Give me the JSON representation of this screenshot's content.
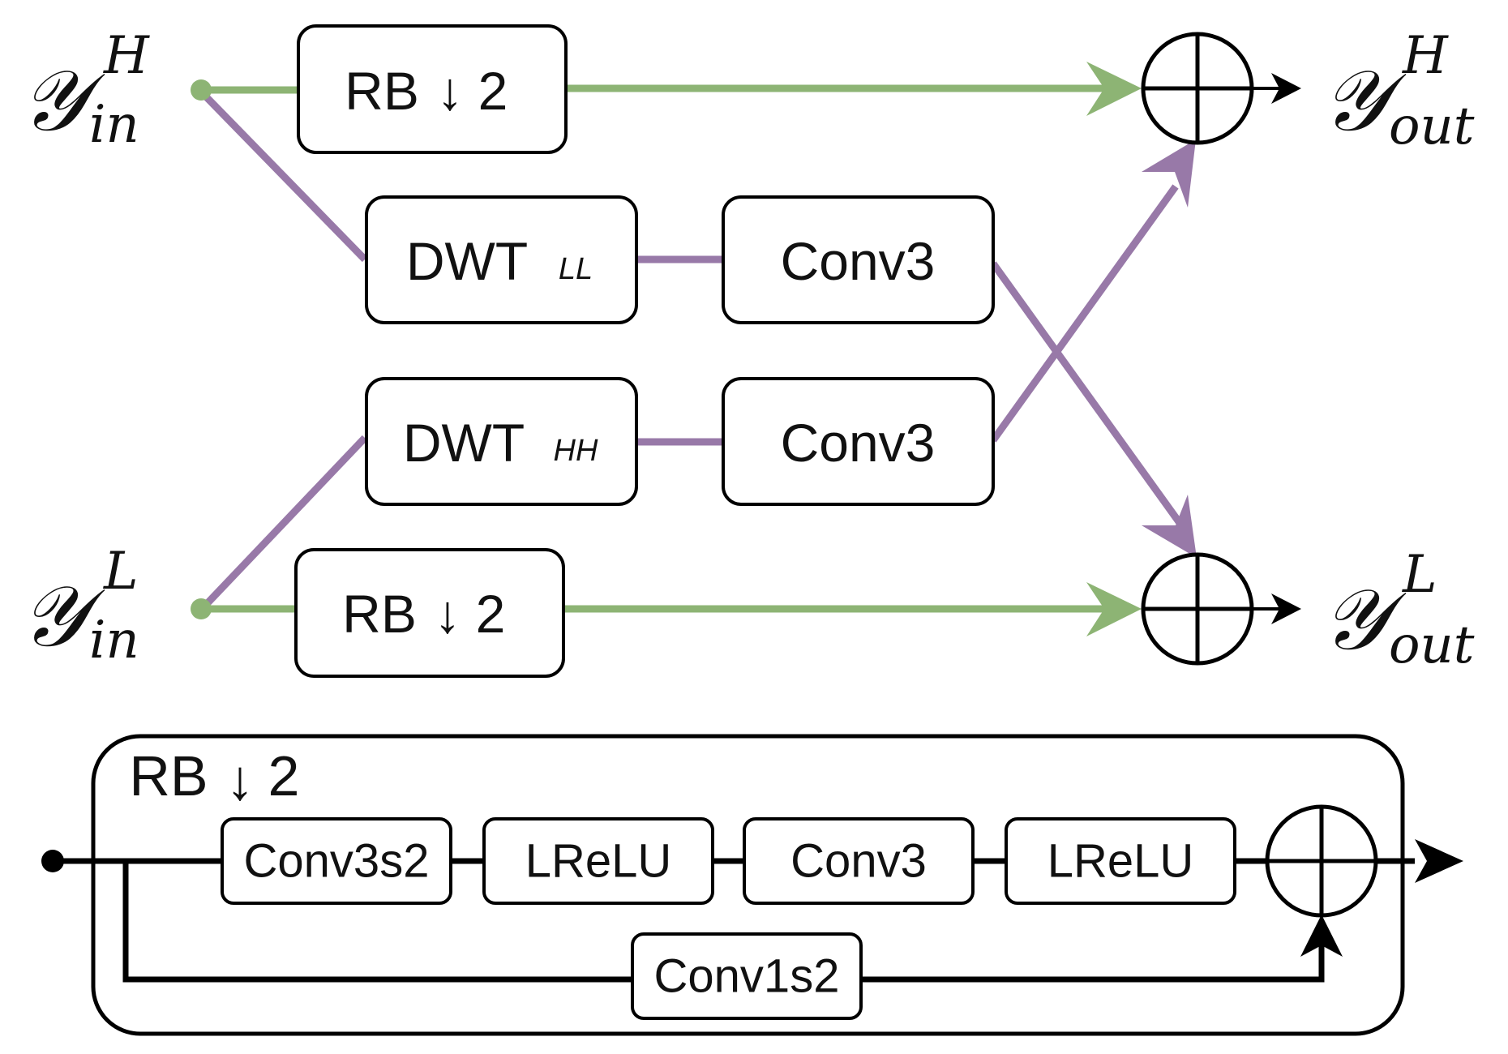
{
  "colors": {
    "high_path": "#8db474",
    "cross_path": "#9879a8",
    "rb_path": "#000000"
  },
  "inputs": {
    "high": {
      "base": "𝒴",
      "sup": "H",
      "sub": "in"
    },
    "low": {
      "base": "𝒴",
      "sup": "L",
      "sub": "in"
    }
  },
  "outputs": {
    "high": {
      "base": "𝒴",
      "sup": "H",
      "sub": "out"
    },
    "low": {
      "base": "𝒴",
      "sup": "L",
      "sub": "out"
    }
  },
  "blocks": {
    "rb_top": {
      "text": "RB",
      "arrow": "↓",
      "factor": "2"
    },
    "rb_bottom": {
      "text": "RB",
      "arrow": "↓",
      "factor": "2"
    },
    "dwt_ll": {
      "text": "DWT",
      "sub": "LL"
    },
    "dwt_hh": {
      "text": "DWT",
      "sub": "HH"
    },
    "conv3_top": "Conv3",
    "conv3_bottom": "Conv3"
  },
  "sum_symbol": "⊕",
  "rb_detail": {
    "title": {
      "text": "RB",
      "arrow": "↓",
      "factor": "2"
    },
    "main_path": [
      "Conv3s2",
      "LReLU",
      "Conv3",
      "LReLU"
    ],
    "skip_path": "Conv1s2"
  }
}
